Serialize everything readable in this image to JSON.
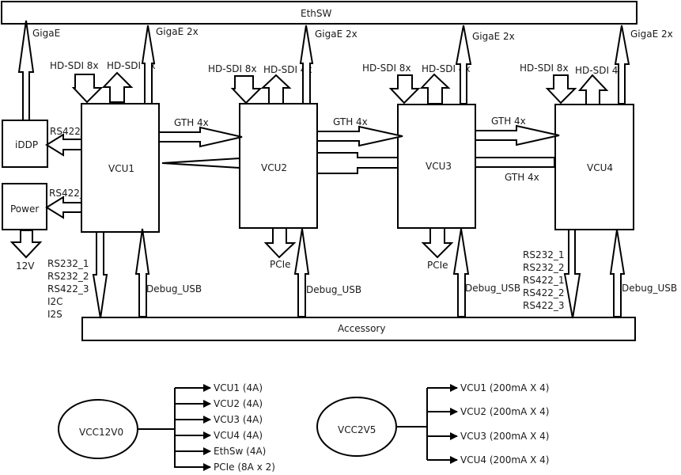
{
  "blocks": {
    "ethsw": "EthSW",
    "accessory": "Accessory",
    "iddp": "iDDP",
    "power": "Power",
    "vcu1": "VCU1",
    "vcu2": "VCU2",
    "vcu3": "VCU3",
    "vcu4": "VCU4"
  },
  "links": {
    "gigae_iddp": "GigaE",
    "gigae_vcu": "GigaE 2x",
    "hdsdi_in": "HD-SDI 8x",
    "hdsdi_out": "HD-SDI 4x",
    "gth": "GTH 4x",
    "rs422_2": "RS422_2",
    "rs422_1": "RS422_1",
    "v12": "12V",
    "pcie": "PCIe",
    "debug_usb": "Debug_USB",
    "vcu1_accessory": [
      "RS232_1",
      "RS232_2",
      "RS422_3",
      "I2C",
      "I2S"
    ],
    "vcu4_accessory": [
      "RS232_1",
      "RS232_2",
      "RS422_1",
      "RS422_2",
      "RS422_3"
    ]
  },
  "power_rails": [
    {
      "name": "VCC12V0",
      "loads": [
        "VCU1 (4A)",
        "VCU2 (4A)",
        "VCU3 (4A)",
        "VCU4 (4A)",
        "EthSw (4A)",
        "PCIe (8A x 2)"
      ]
    },
    {
      "name": "VCC2V5",
      "loads": [
        "VCU1 (200mA X 4)",
        "VCU2 (200mA X 4)",
        "VCU3 (200mA X 4)",
        "VCU4 (200mA X 4)"
      ]
    }
  ],
  "colors": {
    "stroke": "#000000",
    "fill": "#ffffff",
    "text": "#1a1a1a"
  }
}
